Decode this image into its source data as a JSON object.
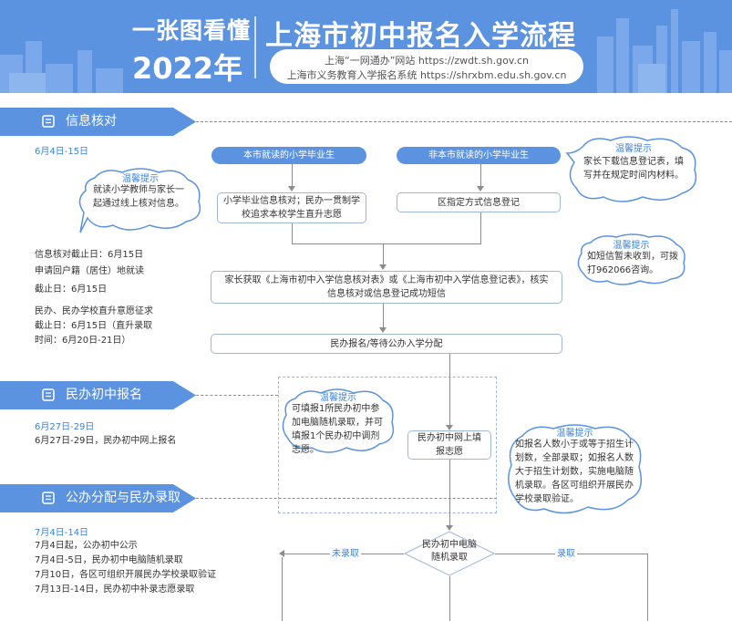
{
  "banner": {
    "line1": "一张图看懂",
    "line2": "2022年",
    "title": "上海市初中报名入学流程",
    "site1": "上海“一网通办”网站 https://zwdt.sh.gov.cn",
    "site2": "上海市义务教育入学报名系统 https://shrxbm.edu.sh.gov.cn"
  },
  "sections": [
    {
      "label": "信息核对",
      "date": "6月4日-15日"
    },
    {
      "label": "民办初中报名",
      "date": "6月27日-29日"
    },
    {
      "label": "公办分配与民办录取",
      "date": "7月4日-14日"
    }
  ],
  "info_left": {
    "deadline1": "信息核对截止日：6月15日",
    "deadline2": "申请回户籍（居住）地就读",
    "deadline3": "截止日：6月15日",
    "private1": "民办、民办学校直升意愿征求",
    "private2": "截止日：6月15日（直升录取",
    "private3": "时间：6月20日-21日）"
  },
  "reg_text": "6月27日-29日，民办初中网上报名",
  "alloc_lines": [
    "7月4日起，公办初中公示",
    "7月4日-5日，民办初中电脑随机录取",
    "7月10日，各区可组织开展民办学校录取验证",
    "7月13日-14日，民办初中补录志愿录取"
  ],
  "flow": {
    "pill_local": "本市就读的小学毕业生",
    "pill_nonlocal": "非本市就读的小学毕业生",
    "box_local": "小学毕业信息核对；民办一贯制学校追求本校学生直升志愿",
    "box_nonlocal": "区指定方式信息登记",
    "box_parent": "家长获取《上海市初中入学信息核对表》或《上海市初中入学信息登记表》，核实信息核对或信息登记成功短信",
    "box_enroll": "民办报名/等待公办入学分配",
    "box_online": "民办初中网上填报志愿",
    "diamond": "民办初中电脑随机录取",
    "label_no": "未录取",
    "label_yes": "录取"
  },
  "tips": [
    {
      "title": "温馨提示",
      "body": "家长下载信息登记表，填写并在规定时间内材料。"
    },
    {
      "title": "温馨提示",
      "body": "就读小学教师与家长一起通过线上核对信息。"
    },
    {
      "title": "温馨提示",
      "body": "如短信暂未收到，可拨打962066咨询。"
    },
    {
      "title": "温馨提示",
      "body": "可填报1所民办初中参加电脑随机录取，并可填报1个民办初中调剂志愿。"
    },
    {
      "title": "温馨提示",
      "body": "如报名人数小于或等于招生计划数，全部录取；如报名人数大于招生计划数，实施电脑随机录取。各区可组织开展民办学校录取验证。"
    }
  ]
}
